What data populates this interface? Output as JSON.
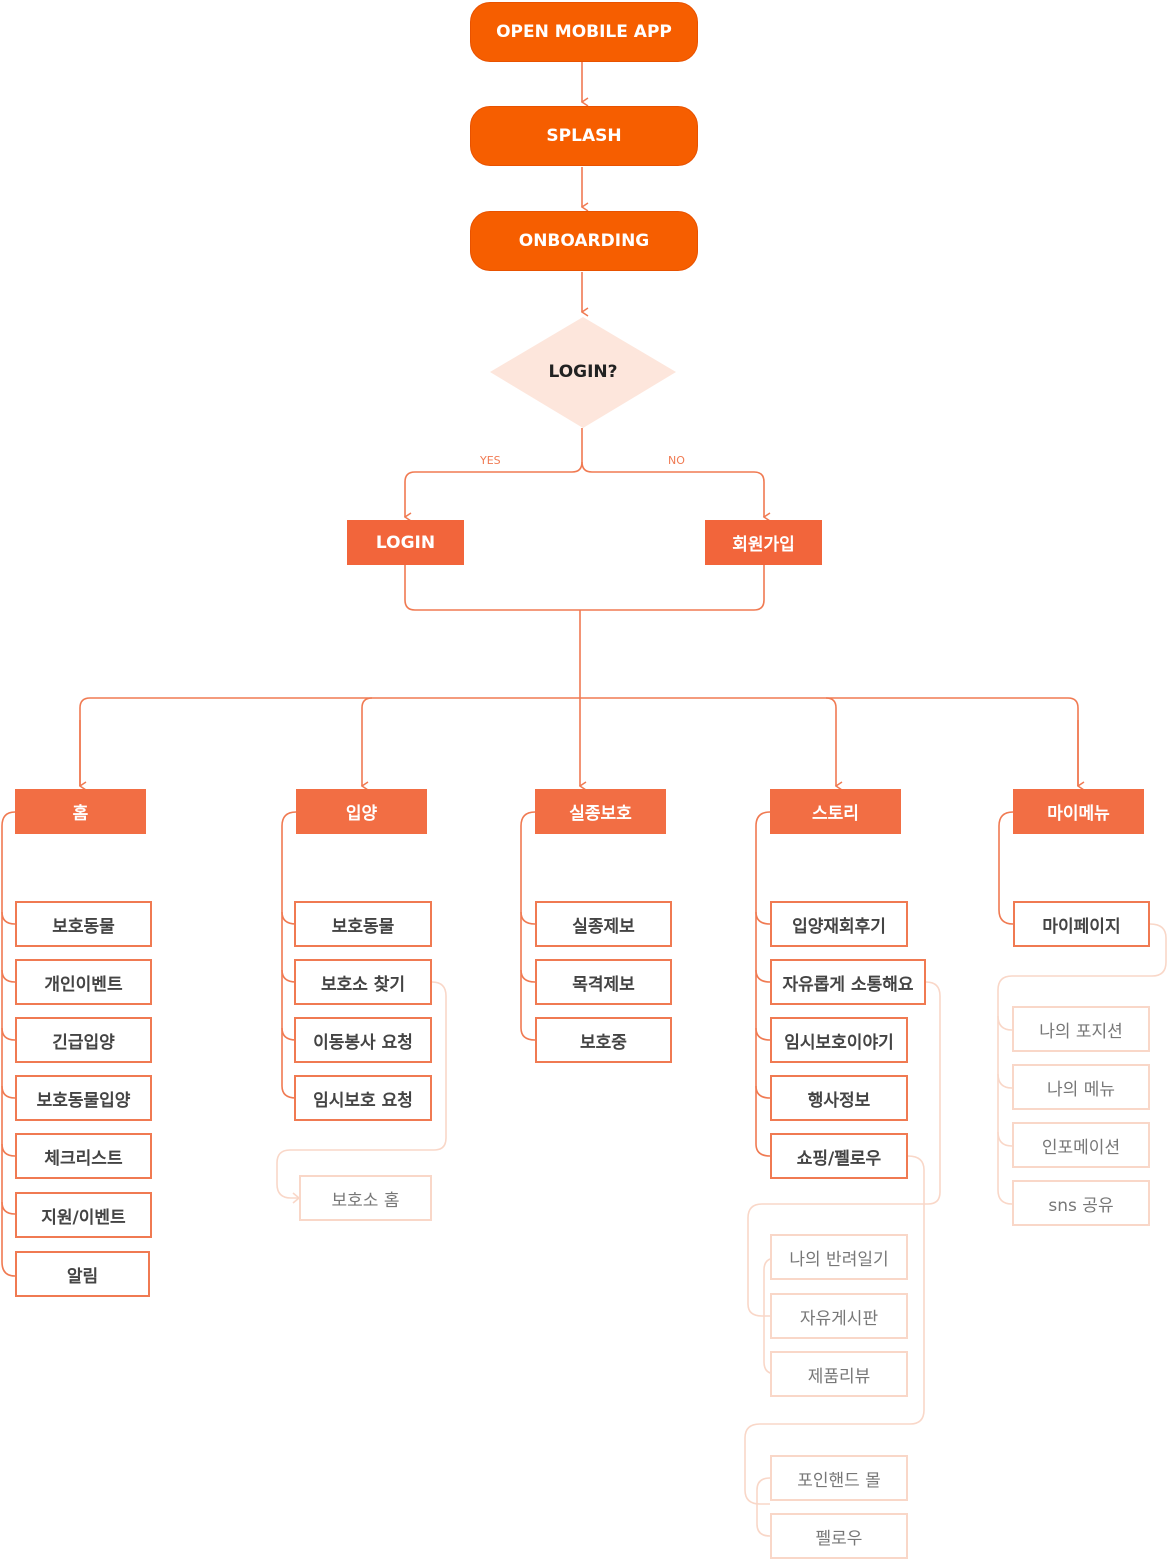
{
  "flow": {
    "open_app": "OPEN MOBILE APP",
    "splash": "SPLASH",
    "onboarding": "ONBOARDING",
    "decision": "LOGIN?",
    "yes": "YES",
    "no": "NO",
    "login": "LOGIN",
    "signup": "회원가입"
  },
  "menus": {
    "home": {
      "label": "홈",
      "items": [
        "보호동물",
        "개인이벤트",
        "긴급입양",
        "보호동물입양",
        "체크리스트",
        "지원/이벤트",
        "알림"
      ]
    },
    "adoption": {
      "label": "입양",
      "items": [
        "보호동물",
        "보호소 찾기",
        "이동봉사 요청",
        "임시보호 요청"
      ],
      "sub": [
        "보호소 홈"
      ]
    },
    "missing": {
      "label": "실종보호",
      "items": [
        "실종제보",
        "목격제보",
        "보호중"
      ]
    },
    "story": {
      "label": "스토리",
      "items": [
        "입양재회후기",
        "자유롭게 소통해요",
        "임시보호이야기",
        "행사정보",
        "쇼핑/펠로우"
      ],
      "sub_talk": [
        "나의 반려일기",
        "자유게시판",
        "제품리뷰"
      ],
      "sub_shop": [
        "포인핸드 몰",
        "펠로우"
      ]
    },
    "mymenu": {
      "label": "마이메뉴",
      "items": [
        "마이페이지"
      ],
      "sub": [
        "나의 포지션",
        "나의 메뉴",
        "인포메이션",
        "sns 공유"
      ]
    }
  }
}
